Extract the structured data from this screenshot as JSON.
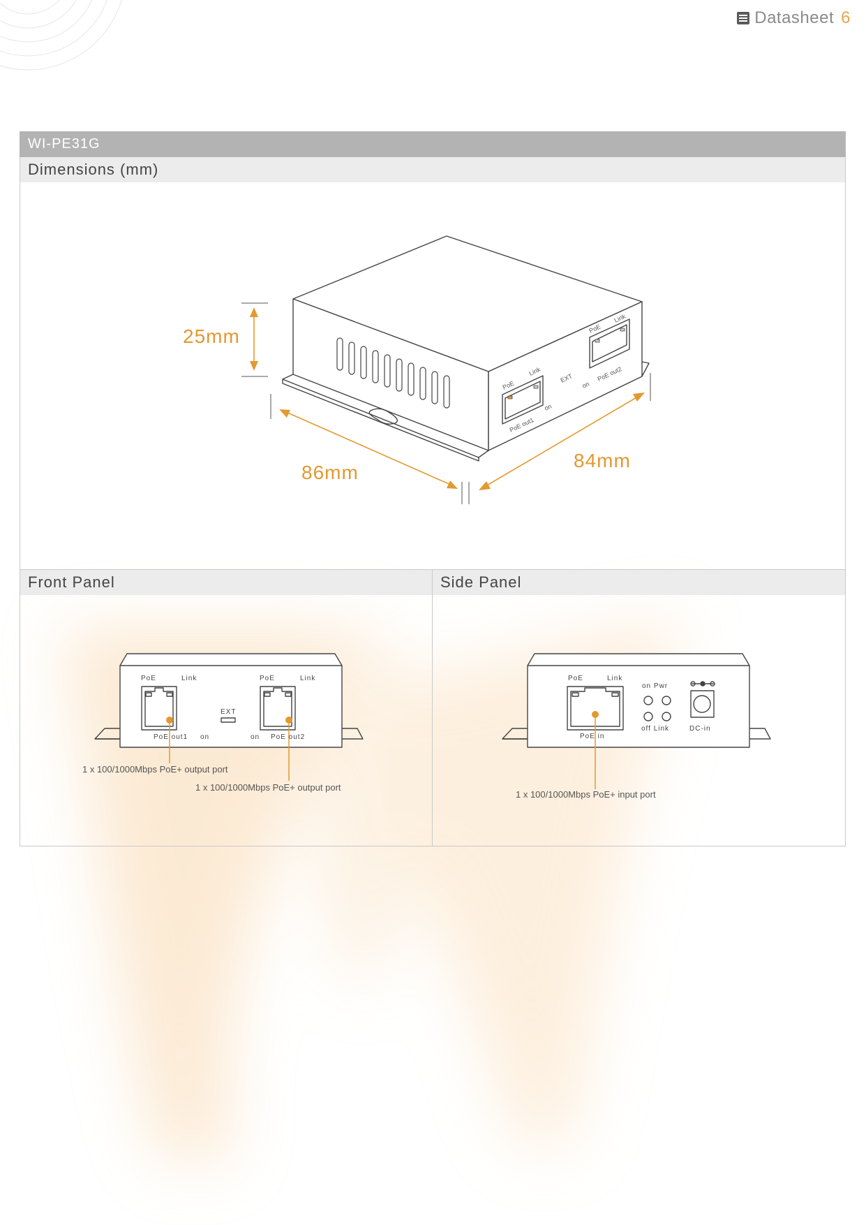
{
  "header": {
    "title": "Datasheet",
    "page": "6",
    "icon": "document-icon"
  },
  "product": {
    "model": "WI-PE31G"
  },
  "sections": {
    "dimensions": "Dimensions (mm)",
    "front": "Front Panel",
    "side": "Side Panel"
  },
  "dimensions": {
    "height": "25mm",
    "length": "86mm",
    "width": "84mm",
    "iso_labels": {
      "poe_a": "PoE",
      "link_a": "Link",
      "port_a": "PoE out1",
      "on_a": "on",
      "ext": "EXT",
      "poe_b": "PoE",
      "link_b": "Link",
      "port_b": "PoE out2",
      "on_b": "on"
    }
  },
  "front_panel": {
    "port1": {
      "poe": "PoE",
      "link": "Link",
      "name": "PoE out1",
      "on": "on"
    },
    "ext": "EXT",
    "port2": {
      "poe": "PoE",
      "link": "Link",
      "name": "PoE out2",
      "on": "on"
    },
    "caption1": "1 x 100/1000Mbps PoE+ output port",
    "caption2": "1 x 100/1000Mbps PoE+ output port"
  },
  "side_panel": {
    "port": {
      "poe": "PoE",
      "link": "Link",
      "name": "PoE in"
    },
    "led_on_pwr": "on Pwr",
    "led_off_link": "off Link",
    "dc_in": "DC-in",
    "caption": "1 x 100/1000Mbps PoE+ input port"
  },
  "colors": {
    "accent": "#e3992f",
    "bar_dark": "#b3b3b3",
    "bar_light": "#ececec"
  }
}
